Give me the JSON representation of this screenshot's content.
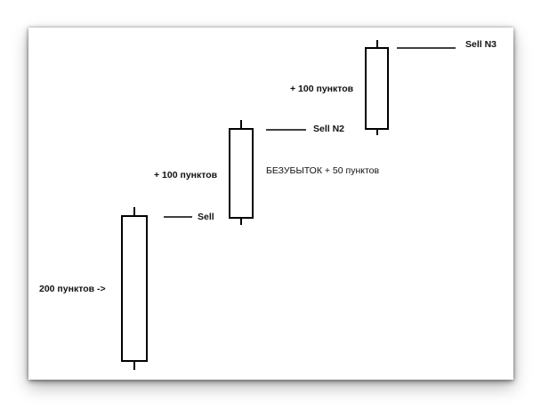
{
  "labels": {
    "points_200": "200 пунктов ->",
    "sell": "Sell",
    "plus_100_first": "+ 100 пунктов",
    "sell_n2": "Sell N2",
    "breakeven": "БЕЗУБЫТОК + 50 пунктов",
    "plus_100_second": "+ 100 пунктов",
    "sell_n3": "Sell N3"
  },
  "colors": {
    "stroke": "#000000",
    "background": "#ffffff"
  }
}
